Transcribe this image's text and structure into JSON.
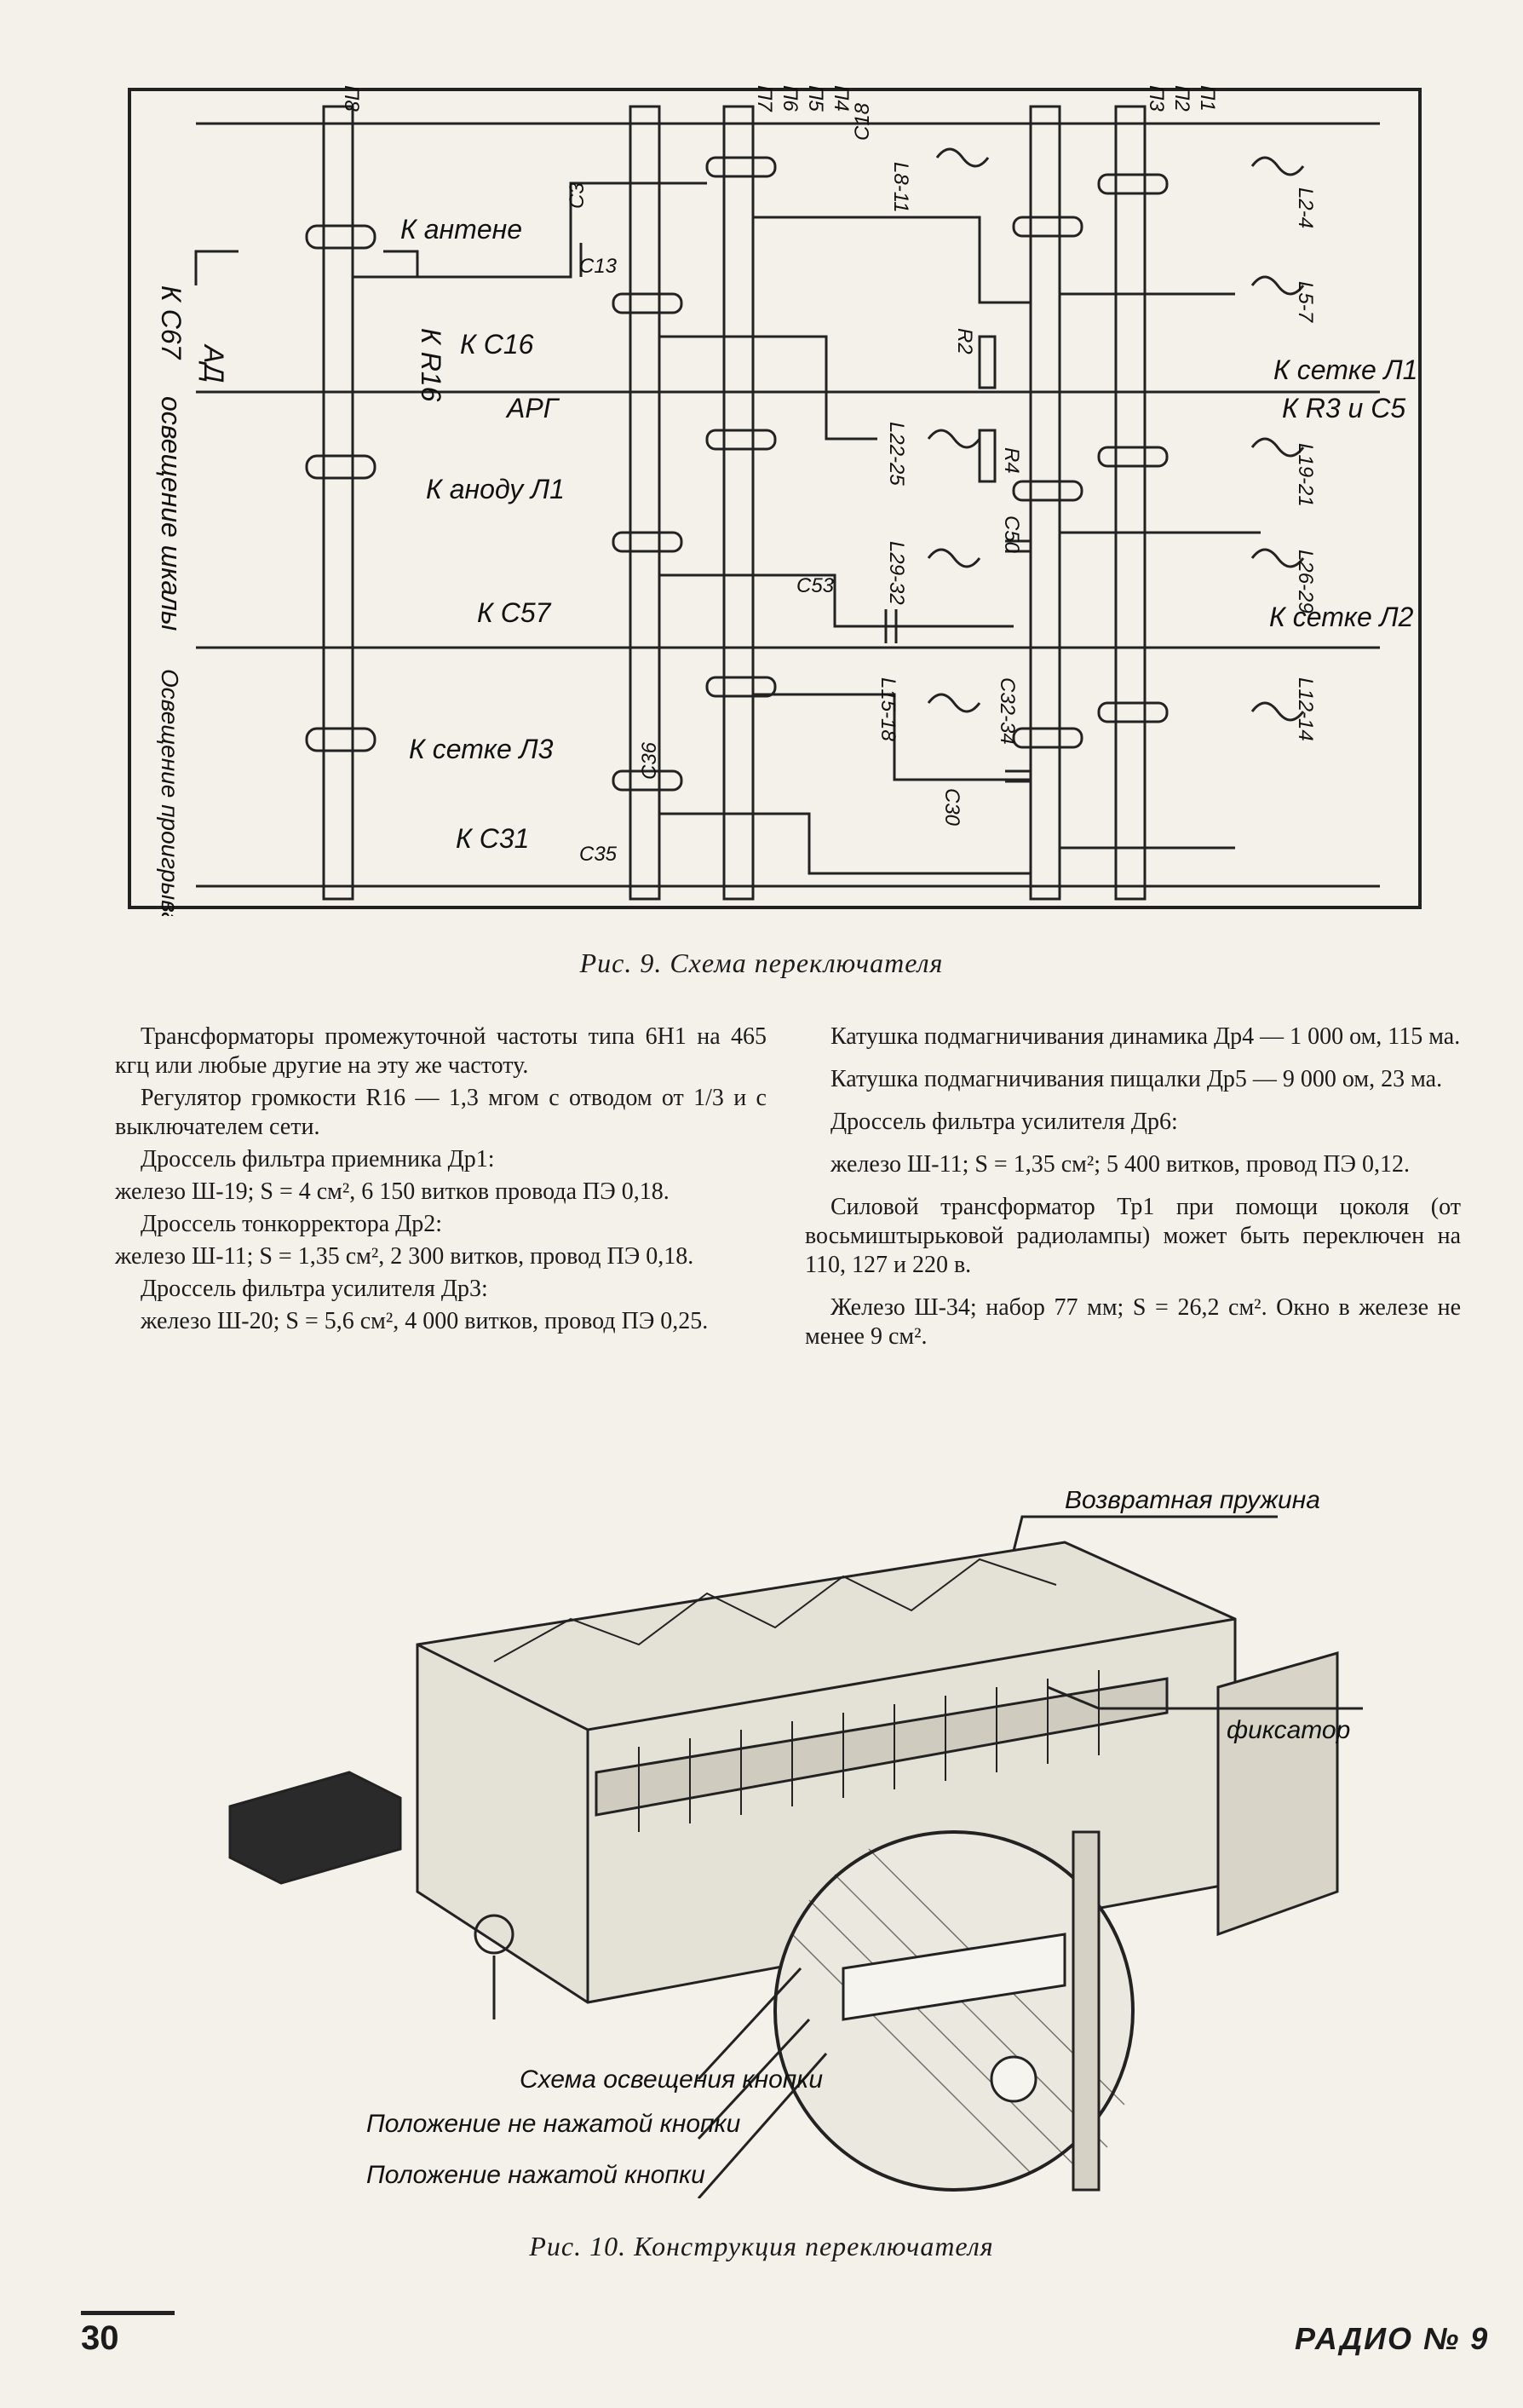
{
  "fig9": {
    "labels": {
      "k_antene": "К антене",
      "k_r16": "К R16",
      "k_c16": "К C16",
      "arg": "АРГ",
      "k_anodu": "К аноду Л1",
      "k_c57": "К C57",
      "k_setke_l3": "К сетке Л3",
      "k_c31": "К C31",
      "k_c67": "К C67",
      "ad": "АД",
      "osv_shkaly": "освещение шкалы",
      "osv_proigr": "Освещение проигрывателя",
      "k_setke_l1": "К сетке Л1",
      "k_r3c5": "К R3 и C5",
      "k_setke_l2": "К сетке Л2",
      "p8": "П8",
      "p7": "П7",
      "p6": "П6",
      "p5": "П5",
      "p4": "П4",
      "p3": "П3",
      "p2": "П2",
      "p1": "П1",
      "c3": "C3",
      "c13": "C13",
      "c18": "C18",
      "c53": "C53",
      "c50": "C50",
      "c30": "C30",
      "c36": "C36",
      "c35": "C35",
      "c32_34": "C32-34",
      "r2": "R2",
      "r4": "R4",
      "l8_11": "L8-11",
      "l22_25": "L22-25",
      "l29_32": "L29-32",
      "l15_18": "L15-18",
      "l2_4": "L2-4",
      "l5_7": "L5-7",
      "l19_21": "L19-21",
      "l26_29": "L26-29",
      "l12_14": "L12-14"
    },
    "caption": "Рис. 9. Схема переключателя"
  },
  "text_left": [
    "Трансформаторы промежуточной частоты типа 6Н1 на 465 кгц или любые другие на эту же частоту.",
    "Регулятор громкости R16 — 1,3 мгом с отводом от 1/3 и с выключателем сети.",
    "Дроссель фильтра приемника Др1:",
    "железо Ш-19; S = 4 см², 6 150 витков провода ПЭ 0,18.",
    "Дроссель тонкорректора Др2:",
    "железо Ш-11; S = 1,35 см², 2 300 витков, провод ПЭ 0,18.",
    "Дроссель фильтра усилителя Др3:",
    "железо Ш-20; S = 5,6 см², 4 000 витков, провод ПЭ 0,25."
  ],
  "text_right": [
    "Катушка подмагничивания динамика Др4 — 1 000 ом, 115 ма.",
    "Катушка подмагничивания пищалки Др5 — 9 000 ом, 23 ма.",
    "Дроссель фильтра усилителя Др6:",
    "железо Ш-11; S = 1,35 см²; 5 400 витков, провод ПЭ 0,12.",
    "Силовой трансформатор Тр1 при помощи цоколя (от восьмиштырьковой радиолампы) может быть переключен на 110, 127 и 220 в.",
    "Железо Ш-34; набор 77 мм; S = 26,2 см². Окно в железе не менее 9 см²."
  ],
  "fig10": {
    "labels": {
      "spring": "Возвратная пружина",
      "fixator": "фиксатор",
      "scheme_light": "Схема освещения кнопки",
      "not_pressed": "Положение не нажатой кнопки",
      "pressed": "Положение нажатой кнопки"
    },
    "caption": "Рис. 10. Конструкция переключателя"
  },
  "footer": {
    "page_number": "30",
    "journal": "РАДИО № 9"
  }
}
